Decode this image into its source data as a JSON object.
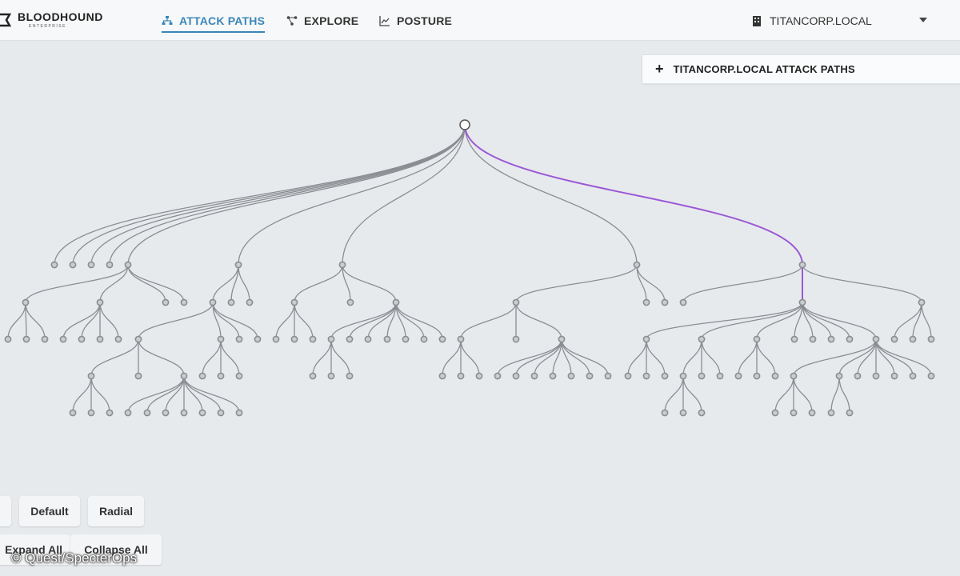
{
  "brand": {
    "name": "BLOODHOUND",
    "sub": "ENTERPRISE"
  },
  "nav": [
    {
      "label": "ATTACK PATHS",
      "icon": "hierarchy-icon",
      "active": true
    },
    {
      "label": "EXPLORE",
      "icon": "graph-nodes-icon",
      "active": false
    },
    {
      "label": "POSTURE",
      "icon": "line-chart-icon",
      "active": false
    }
  ],
  "domain": {
    "label": "TITANCORP.LOCAL",
    "icon": "building-icon"
  },
  "panel": {
    "title": "TITANCORP.LOCAL ATTACK PATHS",
    "icon": "plus-icon"
  },
  "colors": {
    "accent": "#3a86b8",
    "highlight_path": "#9b59d6",
    "edge": "#8a8e92",
    "node": "#8a8d90"
  },
  "layout_buttons": [
    "Default",
    "Radial"
  ],
  "tree_buttons": [
    "Expand All",
    "Collapse All"
  ],
  "watermark": "© Quest/SpecterOps"
}
